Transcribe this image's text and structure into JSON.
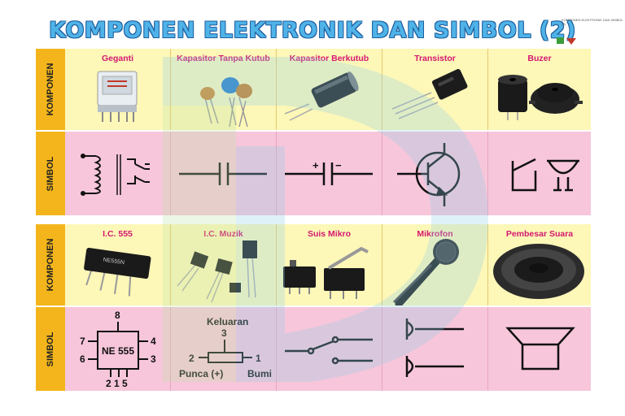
{
  "title": "KOMPONEN ELEKTRONIK DAN SIMBOL (2)",
  "corner_note": "KOMPONEN ELEKTRONIK DAN SIMBOL (2)",
  "row_labels": {
    "komponen": "KOMPONEN",
    "simbol": "SIMBOL"
  },
  "panel1": {
    "components": [
      {
        "label": "Geganti"
      },
      {
        "label": "Kapasitor Tanpa Kutub"
      },
      {
        "label": "Kapasitor Berkutub"
      },
      {
        "label": "Transistor"
      },
      {
        "label": "Buzer"
      }
    ]
  },
  "panel2": {
    "components": [
      {
        "label": "I.C. 555"
      },
      {
        "label": "I.C. Muzik"
      },
      {
        "label": "Suis Mikro"
      },
      {
        "label": "Mikrofon"
      },
      {
        "label": "Pembesar Suara"
      }
    ]
  },
  "ic555": {
    "chip_text": "NE 555",
    "pin_top": "8",
    "pin_left_top": "7",
    "pin_left_bot": "6",
    "pin_right_top": "4",
    "pin_right_bot": "3",
    "pins_bottom": "2 1 5",
    "body_marking": "NE555N"
  },
  "icmuzik": {
    "out_label": "Keluaran",
    "out_pin": "3",
    "left_pin": "2",
    "right_pin": "1",
    "left_name": "Punca (+)",
    "right_name": "Bumi"
  },
  "capacitor_polarity": {
    "plus": "+",
    "minus": "−"
  },
  "colors": {
    "title": "#4fb3e8",
    "caption": "#d4186f",
    "side": "#f3b51b",
    "row_top": "#fdf7b8",
    "row_bottom": "#f7c6da"
  }
}
